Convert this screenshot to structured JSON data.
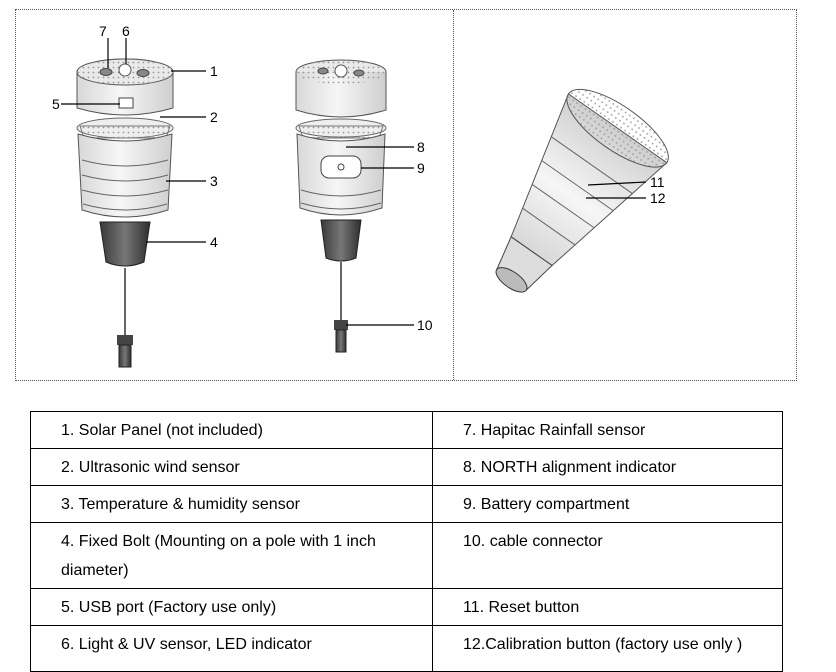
{
  "figure": {
    "callouts": {
      "c1": "1",
      "c2": "2",
      "c3": "3",
      "c4": "4",
      "c5": "5",
      "c6": "6",
      "c7": "7",
      "c8": "8",
      "c9": "9",
      "c10": "10",
      "c11": "11",
      "c12": "12"
    }
  },
  "legend": {
    "rows": [
      {
        "left": "1. Solar Panel (not included)",
        "right": "7. Hapitac Rainfall sensor"
      },
      {
        "left": "2. Ultrasonic wind sensor",
        "right": "8. NORTH alignment indicator"
      },
      {
        "left": "3. Temperature & humidity sensor",
        "right": "9. Battery compartment"
      },
      {
        "left": "4. Fixed Bolt (Mounting on a pole with 1 inch diameter)",
        "right": "10. cable connector"
      },
      {
        "left": "5. USB port (Factory use only)",
        "right": "11. Reset button"
      },
      {
        "left": "6. Light & UV sensor, LED indicator",
        "right": "12.Calibration button (factory use only )"
      }
    ]
  }
}
